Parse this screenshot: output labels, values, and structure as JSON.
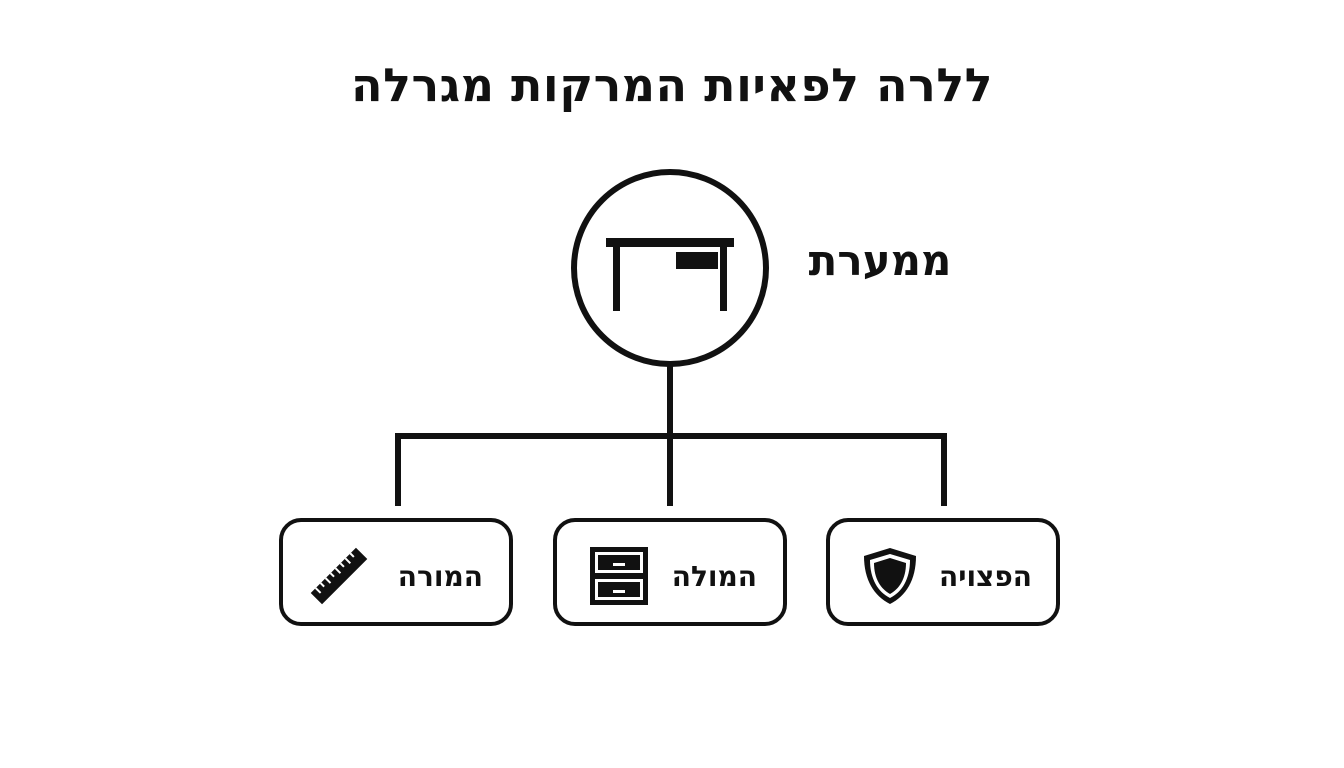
{
  "diagram": {
    "title": "ללרה לפאיות המרקות מגרלה",
    "root": {
      "label": "ממערת",
      "icon": "desk-icon"
    },
    "children": [
      {
        "label": "המורה",
        "icon": "ruler-icon"
      },
      {
        "label": "המולה",
        "icon": "drawer-cabinet-icon"
      },
      {
        "label": "הפצויה",
        "icon": "shield-icon"
      }
    ],
    "colors": {
      "stroke": "#111111",
      "background": "#ffffff"
    }
  }
}
